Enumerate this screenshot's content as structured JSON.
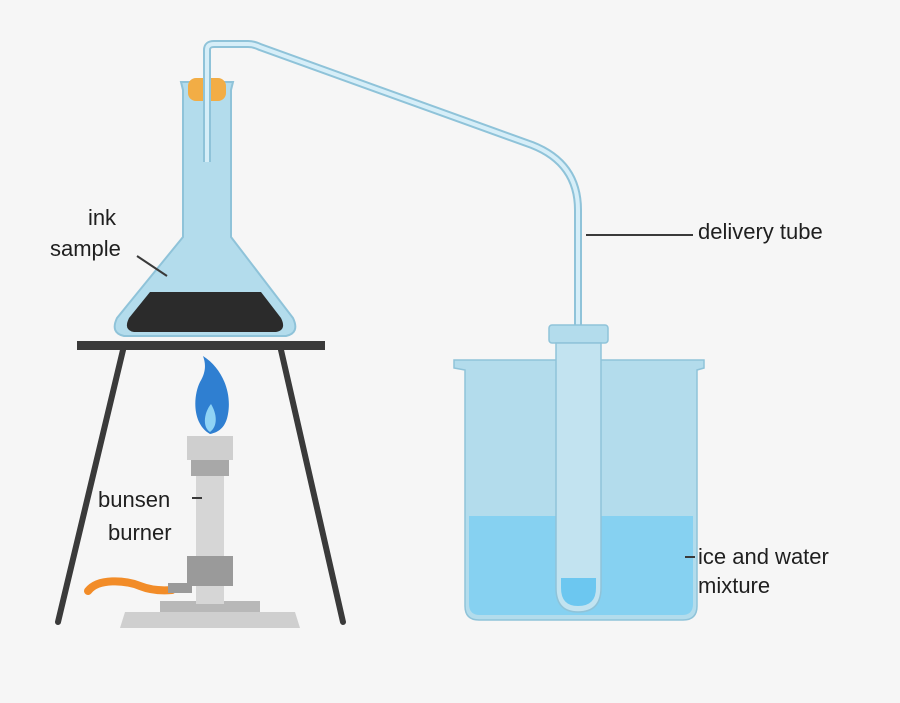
{
  "labels": {
    "ink_sample": [
      "ink",
      "sample"
    ],
    "bunsen_burner": [
      "bunsen",
      "burner"
    ],
    "delivery_tube": "delivery tube",
    "ice_water": [
      "ice and water",
      "mixture"
    ]
  },
  "colors": {
    "background": "#f6f6f6",
    "glass": "#b3dcec",
    "glass_edge": "#8fc3d9",
    "ink": "#2b2b2b",
    "stopper": "#f2ad45",
    "water": "#86d1f1",
    "tripod": "#3a3a3a",
    "burner_metal": "#c9c9c9",
    "burner_dark": "#9a9a9a",
    "flame_outer": "#2f7fd1",
    "flame_inner": "#8fd3f5",
    "hose": "#f28c28",
    "leader_line": "#3a3a3a"
  }
}
